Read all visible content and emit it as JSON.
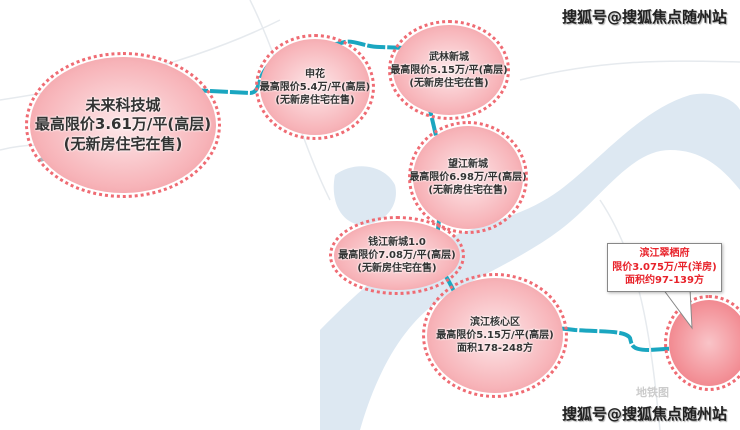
{
  "watermark": "搜狐号@搜狐焦点随州站",
  "map_logo": "地铁图",
  "colors": {
    "metro_line": "#1aa6c0",
    "bubble": "#f7b3b8",
    "bubble_border": "#ef6b73",
    "river": "#dde8f2",
    "callout_text": "#e8232b"
  },
  "areas": [
    {
      "name": "未来科技城",
      "price": "最高限价3.61万/平(高层)",
      "note": "(无新房住宅在售)"
    },
    {
      "name": "申花",
      "price": "最高限价5.4万/平(高层)",
      "note": "(无新房住宅在售)"
    },
    {
      "name": "武林新城",
      "price": "最高限价5.15万/平(高层)",
      "note": "(无新房住宅在售)"
    },
    {
      "name": "望江新城",
      "price": "最高限价6.98万/平(高层)",
      "note": "(无新房住宅在售)"
    },
    {
      "name": "钱江新城1.0",
      "price": "最高限价7.08万/平(高层)",
      "note": "(无新房住宅在售)"
    },
    {
      "name": "滨江核心区",
      "price": "最高限价5.15万/平(高层)",
      "note": "面积178-248方"
    }
  ],
  "callout": {
    "name": "滨江翠栖府",
    "price": "限价3.075万/平(洋房)",
    "area": "面积约97-139方"
  }
}
